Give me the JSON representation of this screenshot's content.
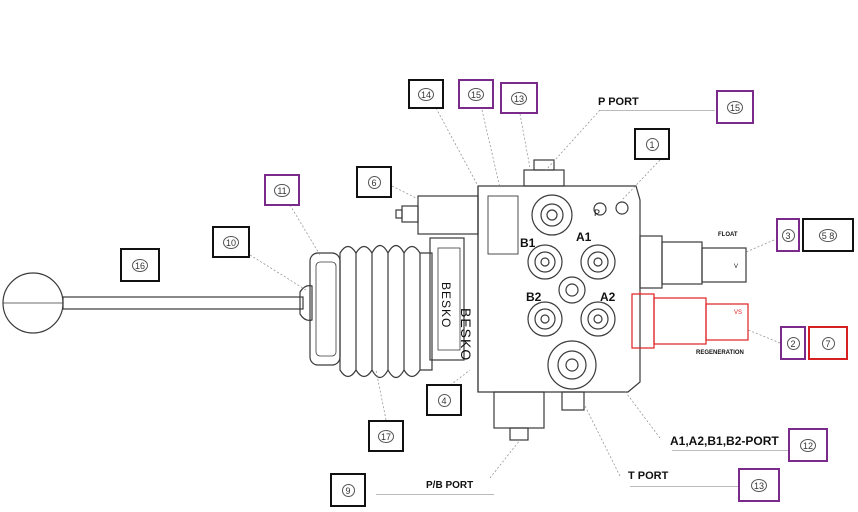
{
  "ports": {
    "p_port": "P PORT",
    "a_b_ports": "A1,A2,B1,B2-PORT",
    "t_port": "T PORT",
    "pb_port": "P/B PORT"
  },
  "valve_marks": {
    "float": "FLOAT",
    "regeneration": "REGENERATION",
    "b1": "B1",
    "a1": "A1",
    "b2": "B2",
    "a2": "A2",
    "brand": "BESKO",
    "p": "P",
    "v": "V",
    "vs": "VS"
  },
  "callouts": [
    {
      "id": "callout-14",
      "text": "14",
      "color": "#111111"
    },
    {
      "id": "callout-15-top",
      "text": "15",
      "color": "#7a2a8a"
    },
    {
      "id": "callout-13-top",
      "text": "13",
      "color": "#7a2a8a"
    },
    {
      "id": "callout-15-right",
      "text": "15",
      "color": "#7a2a8a"
    },
    {
      "id": "callout-1",
      "text": "1",
      "color": "#111111"
    },
    {
      "id": "callout-6",
      "text": "6",
      "color": "#111111"
    },
    {
      "id": "callout-11",
      "text": "11",
      "color": "#7a2a8a"
    },
    {
      "id": "callout-10",
      "text": "10",
      "color": "#111111"
    },
    {
      "id": "callout-16",
      "text": "16",
      "color": "#111111"
    },
    {
      "id": "callout-3",
      "text": "3",
      "color": "#7a2a8a"
    },
    {
      "id": "callout-5-8",
      "text": "5 8",
      "color": "#111111"
    },
    {
      "id": "callout-2",
      "text": "2",
      "color": "#7a2a8a"
    },
    {
      "id": "callout-7",
      "text": "7",
      "color": "#d42020"
    },
    {
      "id": "callout-4",
      "text": "4",
      "color": "#111111"
    },
    {
      "id": "callout-17",
      "text": "17",
      "color": "#111111"
    },
    {
      "id": "callout-12",
      "text": "12",
      "color": "#7a2a8a"
    },
    {
      "id": "callout-13-bottom",
      "text": "13",
      "color": "#7a2a8a"
    },
    {
      "id": "callout-9",
      "text": "9",
      "color": "#111111"
    }
  ],
  "colors": {
    "line": "#3a3a3a",
    "accent_purple": "#7a2a8a",
    "accent_red": "#e02020",
    "leader": "#8a8a8a"
  }
}
